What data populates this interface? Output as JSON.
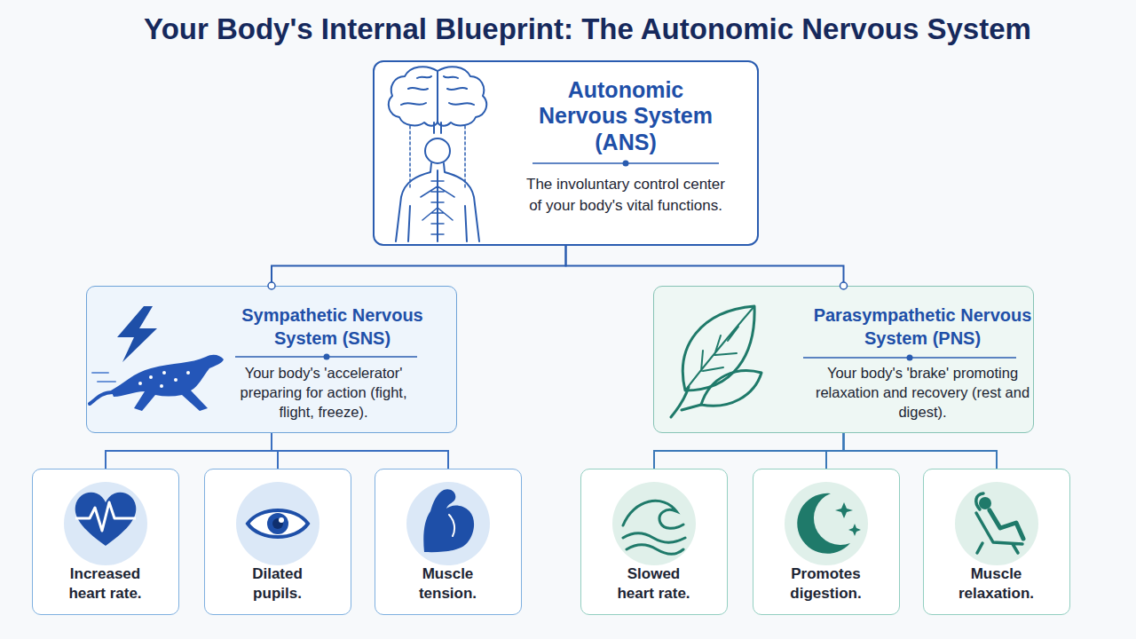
{
  "diagram": {
    "title": "Your Body's Internal Blueprint: The Autonomic Nervous System",
    "nodes": [
      {
        "text": [
          "Autonomic Nervous System (ANS)",
          "The involuntary control center of your body's vital functions."
        ]
      },
      {
        "text": [
          "Sympathetic Nervous System (SNS)",
          "Your body's 'accelerator' preparing for action (fight, flight, freeze)."
        ]
      },
      {
        "text": [
          "Parasympathetic Nervous System (PNS)",
          "Your body's 'brake' promoting relaxation and recovery (rest and digest)."
        ]
      },
      {
        "text": [
          "Increased heart rate."
        ]
      },
      {
        "text": [
          "Dilated pupils."
        ]
      },
      {
        "text": [
          "Muscle tension."
        ]
      },
      {
        "text": [
          "Slowed heart rate."
        ]
      },
      {
        "text": [
          "Promotes digestion."
        ]
      },
      {
        "text": [
          "Muscle relaxation."
        ]
      }
    ],
    "edges": [
      {
        "from": 0,
        "to": 1,
        "arrow": "none"
      },
      {
        "from": 0,
        "to": 2,
        "arrow": "none"
      },
      {
        "from": 1,
        "to": 3,
        "arrow": "none"
      },
      {
        "from": 1,
        "to": 4,
        "arrow": "none"
      },
      {
        "from": 1,
        "to": 5,
        "arrow": "none"
      },
      {
        "from": 2,
        "to": 6,
        "arrow": "none"
      },
      {
        "from": 2,
        "to": 7,
        "arrow": "none"
      },
      {
        "from": 2,
        "to": 8,
        "arrow": "none"
      }
    ]
  }
}
